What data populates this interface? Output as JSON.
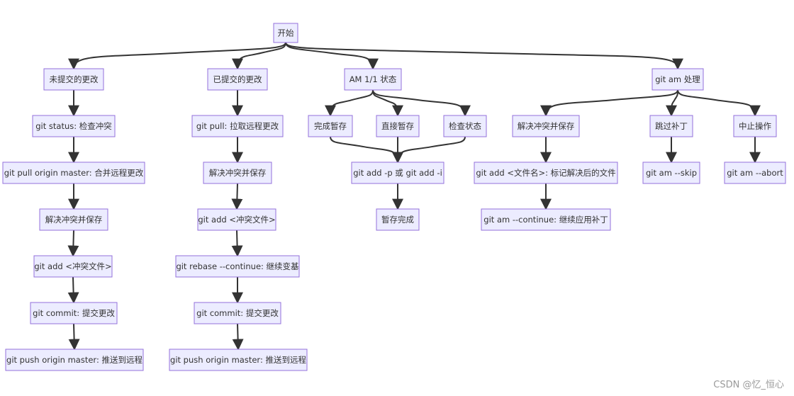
{
  "nodes": {
    "start": "开始",
    "a_root": "未提交的更改",
    "a1": "git status: 检查冲突",
    "a2": "git pull origin master: 合并远程更改",
    "a3": "解决冲突并保存",
    "a4": "git add <冲突文件>",
    "a5": "git commit: 提交更改",
    "a6": "git push origin master: 推送到远程",
    "b_root": "已提交的更改",
    "b1": "git pull: 拉取远程更改",
    "b2": "解决冲突并保存",
    "b3": "git add <冲突文件>",
    "b4": "git rebase --continue: 继续变基",
    "b5": "git commit: 提交更改",
    "b6": "git push origin master: 推送到远程",
    "c_root": "AM 1/1 状态",
    "c1": "完成暂存",
    "c2": "直接暂存",
    "c3": "检查状态",
    "c4": "git add -p 或 git add -i",
    "c5": "暂存完成",
    "d_root": "git am 处理",
    "d1": "解决冲突并保存",
    "d2": "git add <文件名>: 标记解决后的文件",
    "d3": "git am --continue: 继续应用补丁",
    "d4": "跳过补丁",
    "d5": "git am --skip",
    "d6": "中止操作",
    "d7": "git am --abort"
  },
  "edges": [
    [
      "start",
      "a_root"
    ],
    [
      "start",
      "b_root"
    ],
    [
      "start",
      "c_root"
    ],
    [
      "start",
      "d_root"
    ],
    [
      "a_root",
      "a1"
    ],
    [
      "a1",
      "a2"
    ],
    [
      "a2",
      "a3"
    ],
    [
      "a3",
      "a4"
    ],
    [
      "a4",
      "a5"
    ],
    [
      "a5",
      "a6"
    ],
    [
      "b_root",
      "b1"
    ],
    [
      "b1",
      "b2"
    ],
    [
      "b2",
      "b3"
    ],
    [
      "b3",
      "b4"
    ],
    [
      "b4",
      "b5"
    ],
    [
      "b5",
      "b6"
    ],
    [
      "c_root",
      "c1"
    ],
    [
      "c_root",
      "c2"
    ],
    [
      "c_root",
      "c3"
    ],
    [
      "c1",
      "c4"
    ],
    [
      "c2",
      "c4"
    ],
    [
      "c3",
      "c4"
    ],
    [
      "c4",
      "c5"
    ],
    [
      "d_root",
      "d1"
    ],
    [
      "d1",
      "d2"
    ],
    [
      "d2",
      "d3"
    ],
    [
      "d_root",
      "d4"
    ],
    [
      "d4",
      "d5"
    ],
    [
      "d_root",
      "d6"
    ],
    [
      "d6",
      "d7"
    ]
  ],
  "watermark": "CSDN @忆_恒心"
}
